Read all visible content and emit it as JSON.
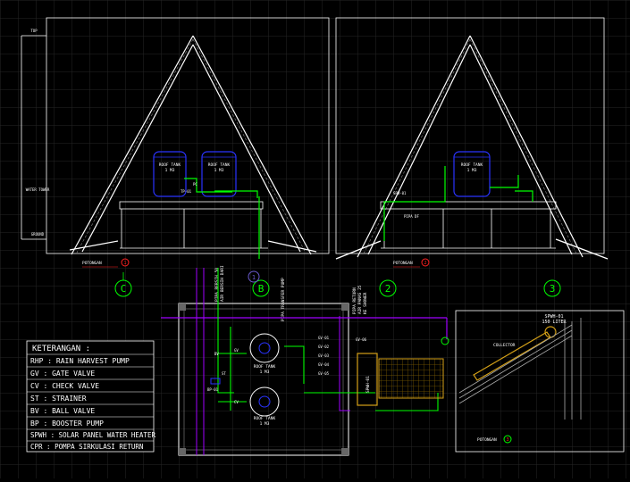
{
  "colors": {
    "background": "#000000",
    "grid": "#2a2a2a",
    "line": "#ffffff",
    "pipe_green": "#00ff00",
    "pipe_purple": "#a000ff",
    "section_red": "#ff2020",
    "tank_blue": "#2a33ff",
    "gold": "#d4a017"
  },
  "elevation": {
    "top_tag": "TOP",
    "tower_label": "WATER TOWER",
    "base_tag": "GROUND"
  },
  "section_left": {
    "tank_a": "ROOF TANK",
    "tank_a_vol": "1 M3",
    "tank_b": "ROOF TANK",
    "tank_b_vol": "1 M3",
    "pc": "PC",
    "tp": "TP-01",
    "cut_label": "POTONGAN",
    "cut_number": "1"
  },
  "section_right": {
    "tank": "ROOF TANK",
    "tank_vol": "1 M3",
    "spw": "SPW-01",
    "pipa": "PIPA DF",
    "cut_label": "POTONGAN",
    "cut_number": "2"
  },
  "grid_axes": {
    "c": "C",
    "b": "B",
    "two": "2",
    "three": "3",
    "one": "1"
  },
  "riser_labels": {
    "a": "PIPA BERSIH 50",
    "b": "AIR BERSIH DARI",
    "c": "PIPA TRANSFER PUMP",
    "d": "PIPA RETURN",
    "e": "AIR PANAS 25",
    "f": "KE SHOWER"
  },
  "plan": {
    "tank_a": "ROOF TANK",
    "tank_a_vol": "1 M3",
    "tank_b": "ROOF TANK",
    "tank_b_vol": "1 M3",
    "bv": "BV",
    "gv": "GV",
    "cv": "CV",
    "st": "ST",
    "bp": "BP-01",
    "solar": "SPWH-01",
    "valve_tags": [
      "GV-01",
      "GV-02",
      "GV-03",
      "GV-04",
      "GV-05",
      "GV-06"
    ]
  },
  "legend": {
    "title": "KETERANGAN :",
    "items": [
      "RHP : RAIN HARVEST PUMP",
      "GV : GATE VALVE",
      "CV : CHECK VALVE",
      "ST : STRAINER",
      "BV : BALL VALVE",
      "BP : BOOSTER PUMP",
      "SPWH : SOLAR PANEL WATER HEATER",
      "CPR : POMPA SIRKULASI RETURN"
    ]
  },
  "detail": {
    "title": "SPWH-01",
    "subtitle": "150 LITER",
    "collector": "COLLECTOR",
    "cut_label": "POTONGAN",
    "cut_number": "3"
  }
}
